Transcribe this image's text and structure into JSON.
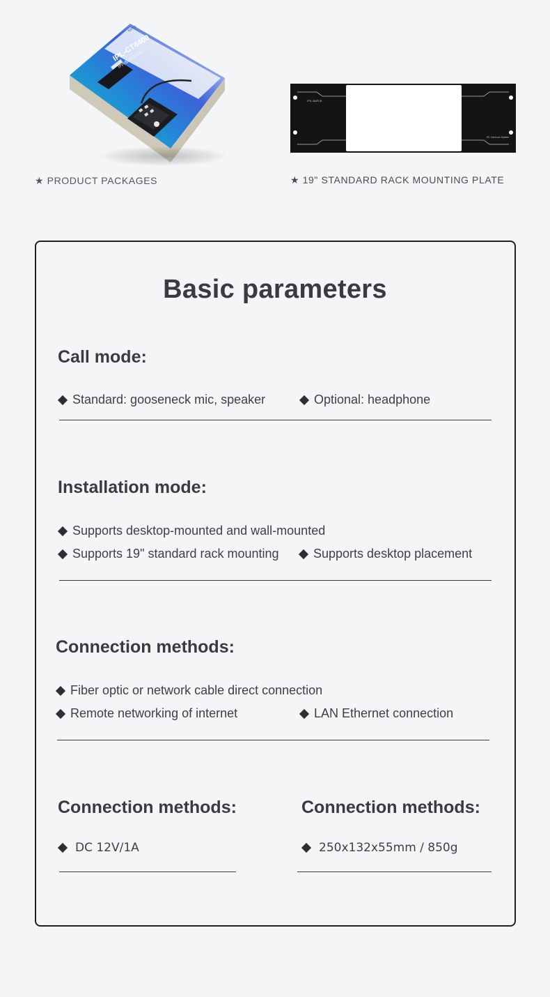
{
  "images": {
    "package": {
      "box_brand": "NXTX",
      "box_model": "IPL-CT4400",
      "box_subtitle": "IP内部通话控制台",
      "caption": "★ PRODUCT PACKAGES"
    },
    "rack_plate": {
      "left_label": "IPIL-BAPLB",
      "right_label": "IPL Intercom System",
      "caption": "★ 19\" STANDARD RACK MOUNTING PLATE"
    }
  },
  "card": {
    "title": "Basic parameters",
    "call_mode": {
      "title": "Call mode:",
      "items": [
        "Standard: gooseneck mic, speaker",
        "Optional: headphone"
      ]
    },
    "installation_mode": {
      "title": "Installation mode:",
      "items": [
        "Supports desktop-mounted and wall-mounted",
        "Supports 19\" standard rack mounting",
        "Supports desktop placement"
      ]
    },
    "connection_methods": {
      "title": "Connection methods:",
      "items": [
        "Fiber optic or network cable direct connection",
        "Remote networking of internet",
        "LAN Ethernet connection"
      ]
    },
    "power": {
      "title": "Connection methods:",
      "items": [
        "DC 12V/1A"
      ]
    },
    "size": {
      "title": "Connection methods:",
      "items": [
        "250x132x55mm / 850g"
      ]
    }
  },
  "colors": {
    "background": "#f4f5f7",
    "text": "#3a3b40",
    "border": "#1f1f22",
    "package_teal": "#1fb7a5",
    "package_blue": "#1f63d8"
  }
}
